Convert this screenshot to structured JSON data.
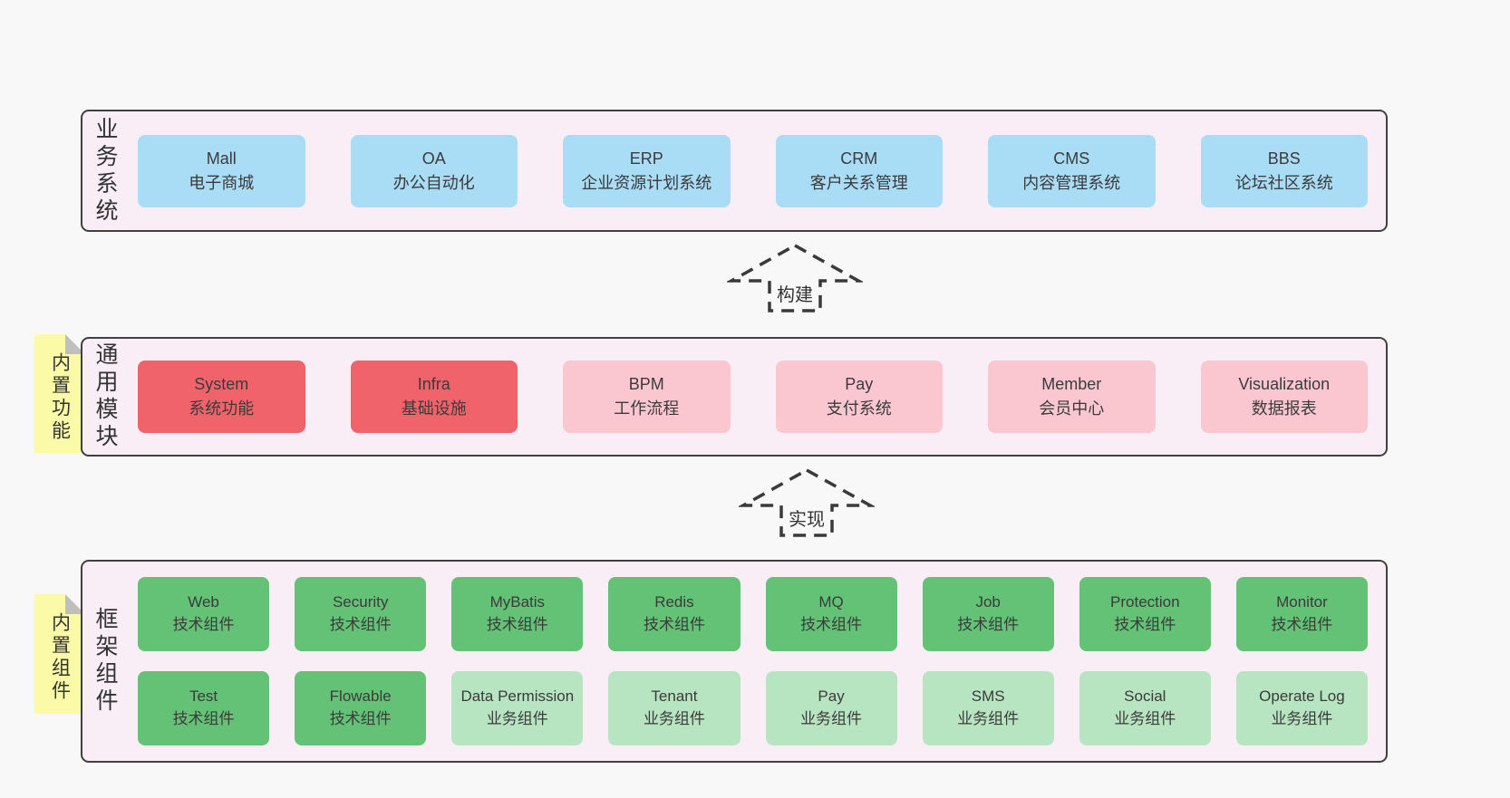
{
  "colors": {
    "page_bg": "#f8f8f8",
    "layer_bg": "#f9edf6",
    "layer_border": "#404040",
    "blue_box": "#a9dcf5",
    "red_box": "#f1636b",
    "pink_box": "#fac6cf",
    "green_box": "#64c276",
    "light_green_box": "#b7e4c1",
    "note_yellow": "#fbfaa6",
    "note_fold": "#bfbfbf",
    "text": "#3b3b3b",
    "arrow": "#3a3a3a"
  },
  "layers": [
    {
      "label": "业务系统",
      "boxes": [
        {
          "name": "Mall",
          "desc": "电子商城"
        },
        {
          "name": "OA",
          "desc": "办公自动化"
        },
        {
          "name": "ERP",
          "desc": "企业资源计划系统"
        },
        {
          "name": "CRM",
          "desc": "客户关系管理"
        },
        {
          "name": "CMS",
          "desc": "内容管理系统"
        },
        {
          "name": "BBS",
          "desc": "论坛社区系统"
        }
      ]
    },
    {
      "label": "通用模块",
      "note": "内置功能",
      "boxes": [
        {
          "name": "System",
          "desc": "系统功能"
        },
        {
          "name": "Infra",
          "desc": "基础设施"
        },
        {
          "name": "BPM",
          "desc": "工作流程"
        },
        {
          "name": "Pay",
          "desc": "支付系统"
        },
        {
          "name": "Member",
          "desc": "会员中心"
        },
        {
          "name": "Visualization",
          "desc": "数据报表"
        }
      ]
    },
    {
      "label": "框架组件",
      "note": "内置组件",
      "rows": [
        [
          {
            "name": "Web",
            "desc": "技术组件"
          },
          {
            "name": "Security",
            "desc": "技术组件"
          },
          {
            "name": "MyBatis",
            "desc": "技术组件"
          },
          {
            "name": "Redis",
            "desc": "技术组件"
          },
          {
            "name": "MQ",
            "desc": "技术组件"
          },
          {
            "name": "Job",
            "desc": "技术组件"
          },
          {
            "name": "Protection",
            "desc": "技术组件"
          },
          {
            "name": "Monitor",
            "desc": "技术组件"
          }
        ],
        [
          {
            "name": "Test",
            "desc": "技术组件"
          },
          {
            "name": "Flowable",
            "desc": "技术组件"
          },
          {
            "name": "Data Permission",
            "desc": "业务组件"
          },
          {
            "name": "Tenant",
            "desc": "业务组件"
          },
          {
            "name": "Pay",
            "desc": "业务组件"
          },
          {
            "name": "SMS",
            "desc": "业务组件"
          },
          {
            "name": "Social",
            "desc": "业务组件"
          },
          {
            "name": "Operate Log",
            "desc": "业务组件"
          }
        ]
      ]
    }
  ],
  "arrows": [
    {
      "label": "构建"
    },
    {
      "label": "实现"
    }
  ]
}
